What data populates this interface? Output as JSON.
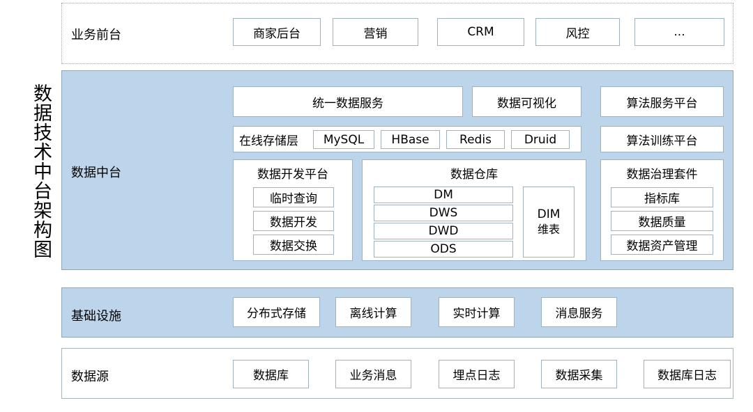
{
  "title": "数据技术中台架构图",
  "rows": {
    "business_front": {
      "label": "业务前台",
      "items": [
        {
          "label": "商家后台"
        },
        {
          "label": "营销"
        },
        {
          "label": "CRM"
        },
        {
          "label": "风控"
        },
        {
          "label": "..."
        }
      ]
    },
    "data_middle": {
      "label": "数据中台",
      "unified_data_service": "统一数据服务",
      "data_visualization": "数据可视化",
      "online_storage": {
        "label": "在线存储层",
        "items": [
          "MySQL",
          "HBase",
          "Redis",
          "Druid"
        ]
      },
      "algo_service_platform": "算法服务平台",
      "algo_training_platform": "算法训练平台",
      "data_dev_platform": {
        "title": "数据开发平台",
        "items": [
          "临时查询",
          "数据开发",
          "数据交换"
        ]
      },
      "data_warehouse": {
        "title": "数据仓库",
        "layers": [
          "DM",
          "DWS",
          "DWD",
          "ODS"
        ],
        "dim": {
          "code": "DIM",
          "name": "维表"
        }
      },
      "data_governance_suite": {
        "title": "数据治理套件",
        "items": [
          "指标库",
          "数据质量",
          "数据资产管理"
        ]
      }
    },
    "infrastructure": {
      "label": "基础设施",
      "items": [
        "分布式存储",
        "离线计算",
        "实时计算",
        "消息服务"
      ]
    },
    "data_source": {
      "label": "数据源",
      "items": [
        "数据库",
        "业务消息",
        "埋点日志",
        "数据采集",
        "数据库日志"
      ]
    }
  },
  "colors": {
    "band_accent": "#bdd5ea",
    "band_border": "#8ba7c4",
    "box_border": "#9ab2cc",
    "text": "#000000"
  }
}
